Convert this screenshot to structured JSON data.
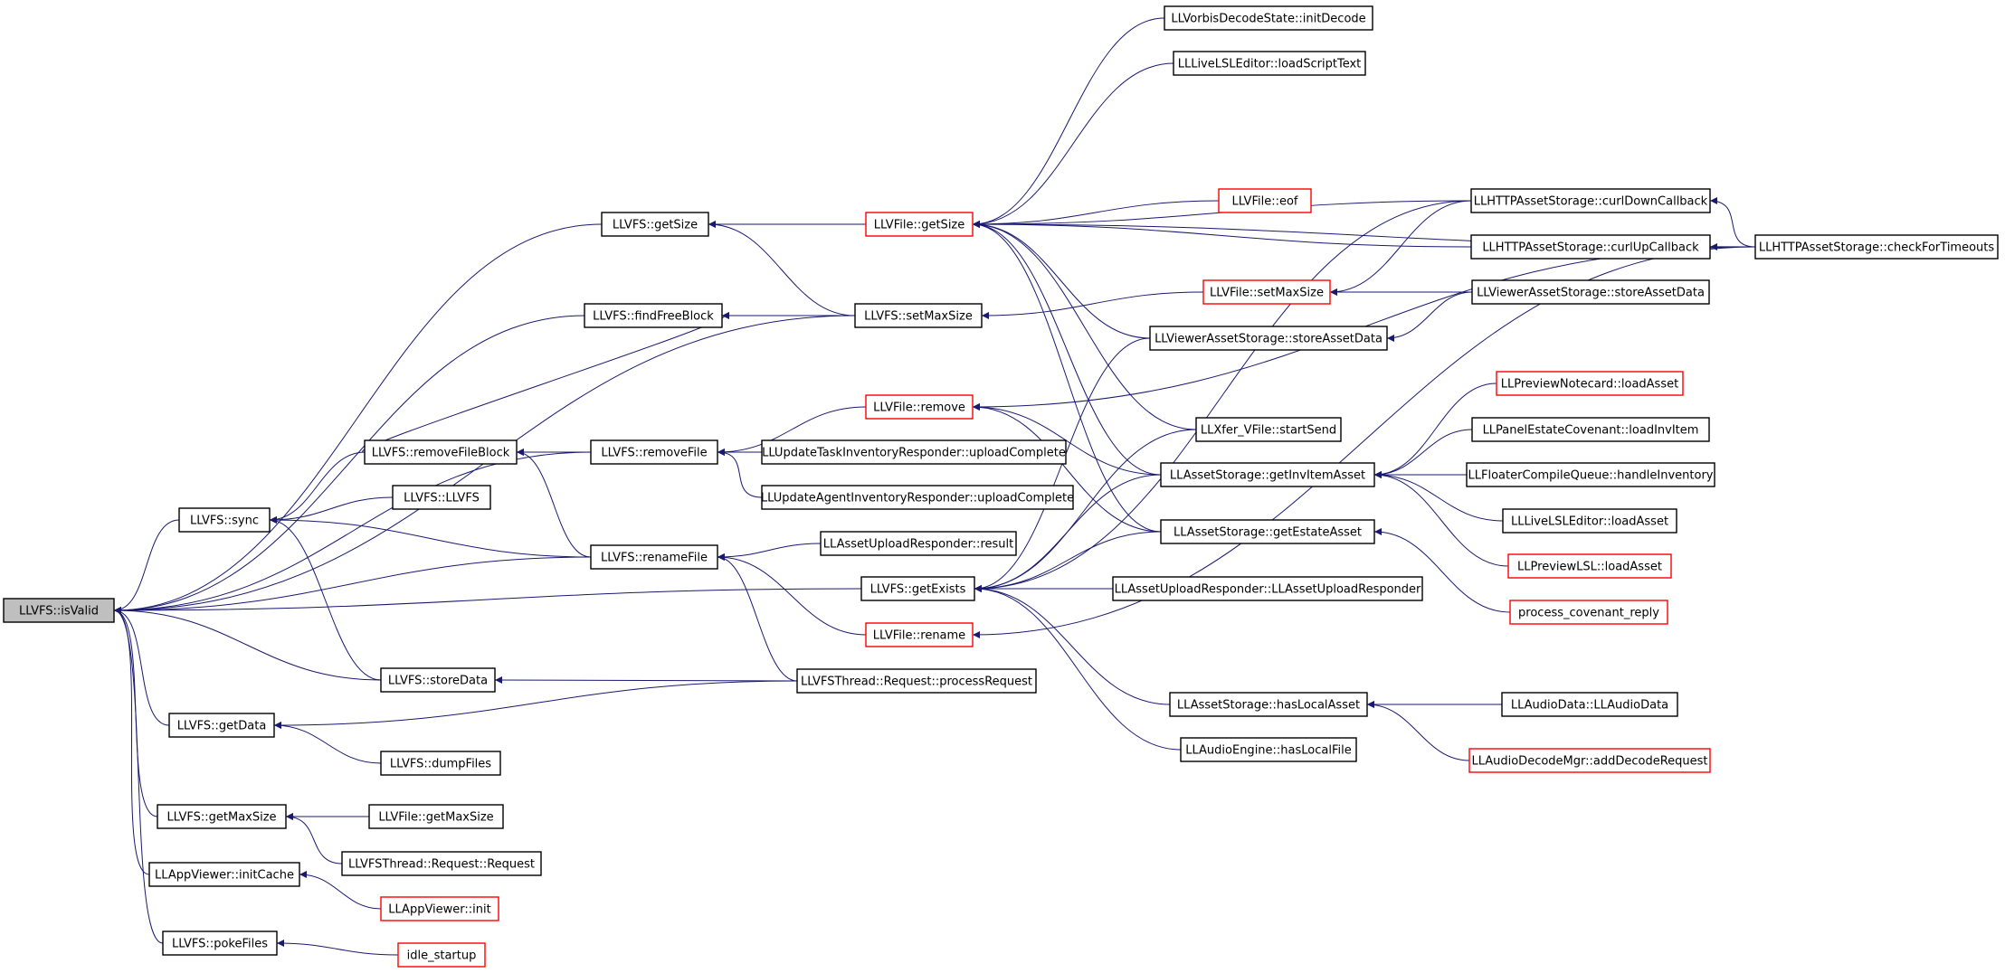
{
  "diagram": {
    "kind": "call-graph",
    "root": "isValid",
    "colors": {
      "edge": "#191970",
      "root_fill": "#bfbfbf",
      "normal_border": "#000000",
      "truncated_border": "#ff0000",
      "node_fill": "#ffffff"
    },
    "nodes": [
      {
        "id": "isValid",
        "label": "LLVFS::isValid",
        "style": "root"
      },
      {
        "id": "getSizeVFS",
        "label": "LLVFS::getSize",
        "style": "normal"
      },
      {
        "id": "findFreeBlock",
        "label": "LLVFS::findFreeBlock",
        "style": "normal"
      },
      {
        "id": "setMaxSizeVFS",
        "label": "LLVFS::setMaxSize",
        "style": "normal"
      },
      {
        "id": "removeFileBlock",
        "label": "LLVFS::removeFileBlock",
        "style": "normal"
      },
      {
        "id": "removeFile",
        "label": "LLVFS::removeFile",
        "style": "normal"
      },
      {
        "id": "ctorVFS",
        "label": "LLVFS::LLVFS",
        "style": "normal"
      },
      {
        "id": "sync",
        "label": "LLVFS::sync",
        "style": "normal"
      },
      {
        "id": "renameFile",
        "label": "LLVFS::renameFile",
        "style": "normal"
      },
      {
        "id": "getExists",
        "label": "LLVFS::getExists",
        "style": "normal"
      },
      {
        "id": "storeData",
        "label": "LLVFS::storeData",
        "style": "normal"
      },
      {
        "id": "getData",
        "label": "LLVFS::getData",
        "style": "normal"
      },
      {
        "id": "dumpFiles",
        "label": "LLVFS::dumpFiles",
        "style": "normal"
      },
      {
        "id": "getMaxSizeVFS",
        "label": "LLVFS::getMaxSize",
        "style": "normal"
      },
      {
        "id": "vfileGetMaxSize",
        "label": "LLVFile::getMaxSize",
        "style": "normal"
      },
      {
        "id": "vfsRequest",
        "label": "LLVFSThread::Request::Request",
        "style": "normal"
      },
      {
        "id": "initCache",
        "label": "LLAppViewer::initCache",
        "style": "normal"
      },
      {
        "id": "appInit",
        "label": "LLAppViewer::init",
        "style": "truncated"
      },
      {
        "id": "pokeFiles",
        "label": "LLVFS::pokeFiles",
        "style": "normal"
      },
      {
        "id": "idleStartup",
        "label": "idle_startup",
        "style": "truncated"
      },
      {
        "id": "vfileGetSize",
        "label": "LLVFile::getSize",
        "style": "truncated"
      },
      {
        "id": "vfileRemove",
        "label": "LLVFile::remove",
        "style": "truncated"
      },
      {
        "id": "uploadTaskInv",
        "label": "LLUpdateTaskInventoryResponder::uploadComplete",
        "style": "normal"
      },
      {
        "id": "uploadAgentInv",
        "label": "LLUpdateAgentInventoryResponder::uploadComplete",
        "style": "normal"
      },
      {
        "id": "assetUploadResult",
        "label": "LLAssetUploadResponder::result",
        "style": "normal"
      },
      {
        "id": "vfileRename",
        "label": "LLVFile::rename",
        "style": "truncated"
      },
      {
        "id": "processRequest",
        "label": "LLVFSThread::Request::processRequest",
        "style": "normal"
      },
      {
        "id": "vorbisInit",
        "label": "LLVorbisDecodeState::initDecode",
        "style": "normal"
      },
      {
        "id": "liveLoadScript",
        "label": "LLLiveLSLEditor::loadScriptText",
        "style": "normal"
      },
      {
        "id": "vfileEof",
        "label": "LLVFile::eof",
        "style": "truncated"
      },
      {
        "id": "vfileSetMaxSize",
        "label": "LLVFile::setMaxSize",
        "style": "truncated"
      },
      {
        "id": "viewerStoreMid",
        "label": "LLViewerAssetStorage::storeAssetData",
        "style": "normal"
      },
      {
        "id": "xferStartSend",
        "label": "LLXfer_VFile::startSend",
        "style": "normal"
      },
      {
        "id": "getInvItemAsset",
        "label": "LLAssetStorage::getInvItemAsset",
        "style": "normal"
      },
      {
        "id": "getEstateAsset",
        "label": "LLAssetStorage::getEstateAsset",
        "style": "normal"
      },
      {
        "id": "assetUploadCtor",
        "label": "LLAssetUploadResponder::LLAssetUploadResponder",
        "style": "normal"
      },
      {
        "id": "hasLocalAsset",
        "label": "LLAssetStorage::hasLocalAsset",
        "style": "normal"
      },
      {
        "id": "hasLocalFile",
        "label": "LLAudioEngine::hasLocalFile",
        "style": "normal"
      },
      {
        "id": "curlDown",
        "label": "LLHTTPAssetStorage::curlDownCallback",
        "style": "normal"
      },
      {
        "id": "curlUp",
        "label": "LLHTTPAssetStorage::curlUpCallback",
        "style": "normal"
      },
      {
        "id": "viewerStoreRight",
        "label": "LLViewerAssetStorage::storeAssetData",
        "style": "normal"
      },
      {
        "id": "previewNotecard",
        "label": "LLPreviewNotecard::loadAsset",
        "style": "truncated"
      },
      {
        "id": "panelCovenant",
        "label": "LLPanelEstateCovenant::loadInvItem",
        "style": "normal"
      },
      {
        "id": "compileQueue",
        "label": "LLFloaterCompileQueue::handleInventory",
        "style": "normal"
      },
      {
        "id": "liveLoadAsset",
        "label": "LLLiveLSLEditor::loadAsset",
        "style": "normal"
      },
      {
        "id": "previewLSL",
        "label": "LLPreviewLSL::loadAsset",
        "style": "truncated"
      },
      {
        "id": "covenantReply",
        "label": "process_covenant_reply",
        "style": "truncated"
      },
      {
        "id": "audioData",
        "label": "LLAudioData::LLAudioData",
        "style": "normal"
      },
      {
        "id": "audioDecode",
        "label": "LLAudioDecodeMgr::addDecodeRequest",
        "style": "truncated"
      },
      {
        "id": "checkTimeouts",
        "label": "LLHTTPAssetStorage::checkForTimeouts",
        "style": "normal"
      }
    ],
    "edges": [
      [
        "getSizeVFS",
        "isValid"
      ],
      [
        "findFreeBlock",
        "isValid"
      ],
      [
        "setMaxSizeVFS",
        "isValid"
      ],
      [
        "removeFile",
        "isValid"
      ],
      [
        "sync",
        "isValid"
      ],
      [
        "renameFile",
        "isValid"
      ],
      [
        "getExists",
        "isValid"
      ],
      [
        "storeData",
        "isValid"
      ],
      [
        "getData",
        "isValid"
      ],
      [
        "getMaxSizeVFS",
        "isValid"
      ],
      [
        "initCache",
        "isValid"
      ],
      [
        "pokeFiles",
        "isValid"
      ],
      [
        "setMaxSizeVFS",
        "findFreeBlock"
      ],
      [
        "removeFileBlock",
        "findFreeBlock"
      ],
      [
        "removeFile",
        "removeFileBlock"
      ],
      [
        "renameFile",
        "removeFileBlock"
      ],
      [
        "removeFileBlock",
        "sync"
      ],
      [
        "ctorVFS",
        "sync"
      ],
      [
        "renameFile",
        "sync"
      ],
      [
        "storeData",
        "sync"
      ],
      [
        "vfileGetSize",
        "getSizeVFS"
      ],
      [
        "setMaxSizeVFS",
        "getSizeVFS"
      ],
      [
        "vfileSetMaxSize",
        "setMaxSizeVFS"
      ],
      [
        "vfileRemove",
        "removeFile"
      ],
      [
        "uploadTaskInv",
        "removeFile"
      ],
      [
        "uploadAgentInv",
        "removeFile"
      ],
      [
        "assetUploadResult",
        "renameFile"
      ],
      [
        "vfileRename",
        "renameFile"
      ],
      [
        "processRequest",
        "renameFile"
      ],
      [
        "processRequest",
        "storeData"
      ],
      [
        "processRequest",
        "getData"
      ],
      [
        "dumpFiles",
        "getData"
      ],
      [
        "vfileGetMaxSize",
        "getMaxSizeVFS"
      ],
      [
        "vfsRequest",
        "getMaxSizeVFS"
      ],
      [
        "appInit",
        "initCache"
      ],
      [
        "idleStartup",
        "pokeFiles"
      ],
      [
        "vorbisInit",
        "vfileGetSize"
      ],
      [
        "liveLoadScript",
        "vfileGetSize"
      ],
      [
        "vfileEof",
        "vfileGetSize"
      ],
      [
        "curlDown",
        "vfileGetSize"
      ],
      [
        "curlUp",
        "vfileGetSize"
      ],
      [
        "checkTimeouts",
        "vfileGetSize"
      ],
      [
        "viewerStoreMid",
        "vfileGetSize"
      ],
      [
        "xferStartSend",
        "vfileGetSize"
      ],
      [
        "getInvItemAsset",
        "vfileGetSize"
      ],
      [
        "getEstateAsset",
        "vfileGetSize"
      ],
      [
        "curlDown",
        "vfileSetMaxSize"
      ],
      [
        "viewerStoreRight",
        "vfileSetMaxSize"
      ],
      [
        "viewerStoreRight",
        "viewerStoreMid"
      ],
      [
        "checkTimeouts",
        "vfileRemove"
      ],
      [
        "getInvItemAsset",
        "vfileRemove"
      ],
      [
        "getEstateAsset",
        "vfileRemove"
      ],
      [
        "checkTimeouts",
        "vfileRename"
      ],
      [
        "getInvItemAsset",
        "getExists"
      ],
      [
        "getEstateAsset",
        "getExists"
      ],
      [
        "assetUploadCtor",
        "getExists"
      ],
      [
        "hasLocalAsset",
        "getExists"
      ],
      [
        "hasLocalFile",
        "getExists"
      ],
      [
        "xferStartSend",
        "getExists"
      ],
      [
        "viewerStoreMid",
        "getExists"
      ],
      [
        "curlDown",
        "getExists"
      ],
      [
        "previewNotecard",
        "getInvItemAsset"
      ],
      [
        "panelCovenant",
        "getInvItemAsset"
      ],
      [
        "compileQueue",
        "getInvItemAsset"
      ],
      [
        "liveLoadAsset",
        "getInvItemAsset"
      ],
      [
        "previewLSL",
        "getInvItemAsset"
      ],
      [
        "covenantReply",
        "getEstateAsset"
      ],
      [
        "audioData",
        "hasLocalAsset"
      ],
      [
        "audioDecode",
        "hasLocalAsset"
      ],
      [
        "checkTimeouts",
        "curlDown"
      ],
      [
        "checkTimeouts",
        "curlUp"
      ]
    ]
  }
}
